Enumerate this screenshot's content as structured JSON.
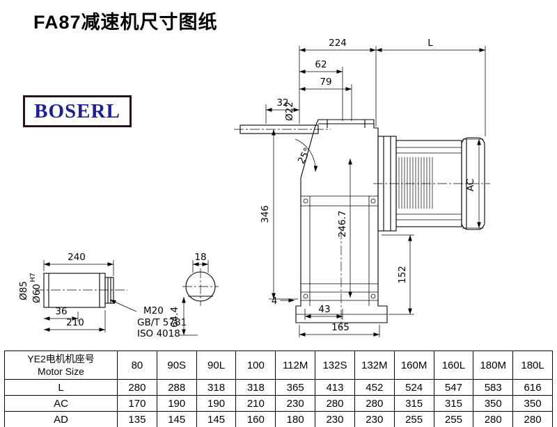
{
  "title": "FA87减速机尺寸图纸",
  "logo": {
    "text": "BOSERL",
    "text_color": "#1c1c9c",
    "border_color": "#2a1212"
  },
  "drawing": {
    "line_color": "#000000",
    "dims": {
      "top_width": "224",
      "motor_length": "L",
      "d62": "62",
      "d79": "79",
      "d32": "32",
      "input_shaft_dia": "Ø22",
      "angle": "25°",
      "height_346": "346",
      "height_246_7": "246.7",
      "motor_dia": "AC",
      "height_152": "152",
      "d4": "4",
      "d43": "43",
      "d165": "165",
      "shaft_len_240": "240",
      "hub_dia": "Ø85",
      "bore_dia": "Ø60",
      "bore_tol": "H7",
      "d36": "36",
      "d210": "210",
      "key_width": "18",
      "d64_4": "64.4",
      "thread": "M20",
      "std_gb": "GB/T 5781",
      "std_iso": "ISO 4018"
    }
  },
  "table": {
    "header_cn": "YE2电机机座号",
    "header_en": "Motor Size",
    "columns": [
      "80",
      "90S",
      "90L",
      "100",
      "112M",
      "132S",
      "132M",
      "160M",
      "160L",
      "180M",
      "180L"
    ],
    "rows": [
      {
        "label": "L",
        "values": [
          "280",
          "288",
          "318",
          "318",
          "365",
          "413",
          "452",
          "524",
          "547",
          "583",
          "616"
        ]
      },
      {
        "label": "AC",
        "values": [
          "170",
          "190",
          "190",
          "210",
          "230",
          "280",
          "280",
          "315",
          "315",
          "350",
          "350"
        ]
      },
      {
        "label": "AD",
        "values": [
          "135",
          "145",
          "145",
          "160",
          "180",
          "230",
          "230",
          "255",
          "255",
          "280",
          "280"
        ]
      }
    ]
  }
}
